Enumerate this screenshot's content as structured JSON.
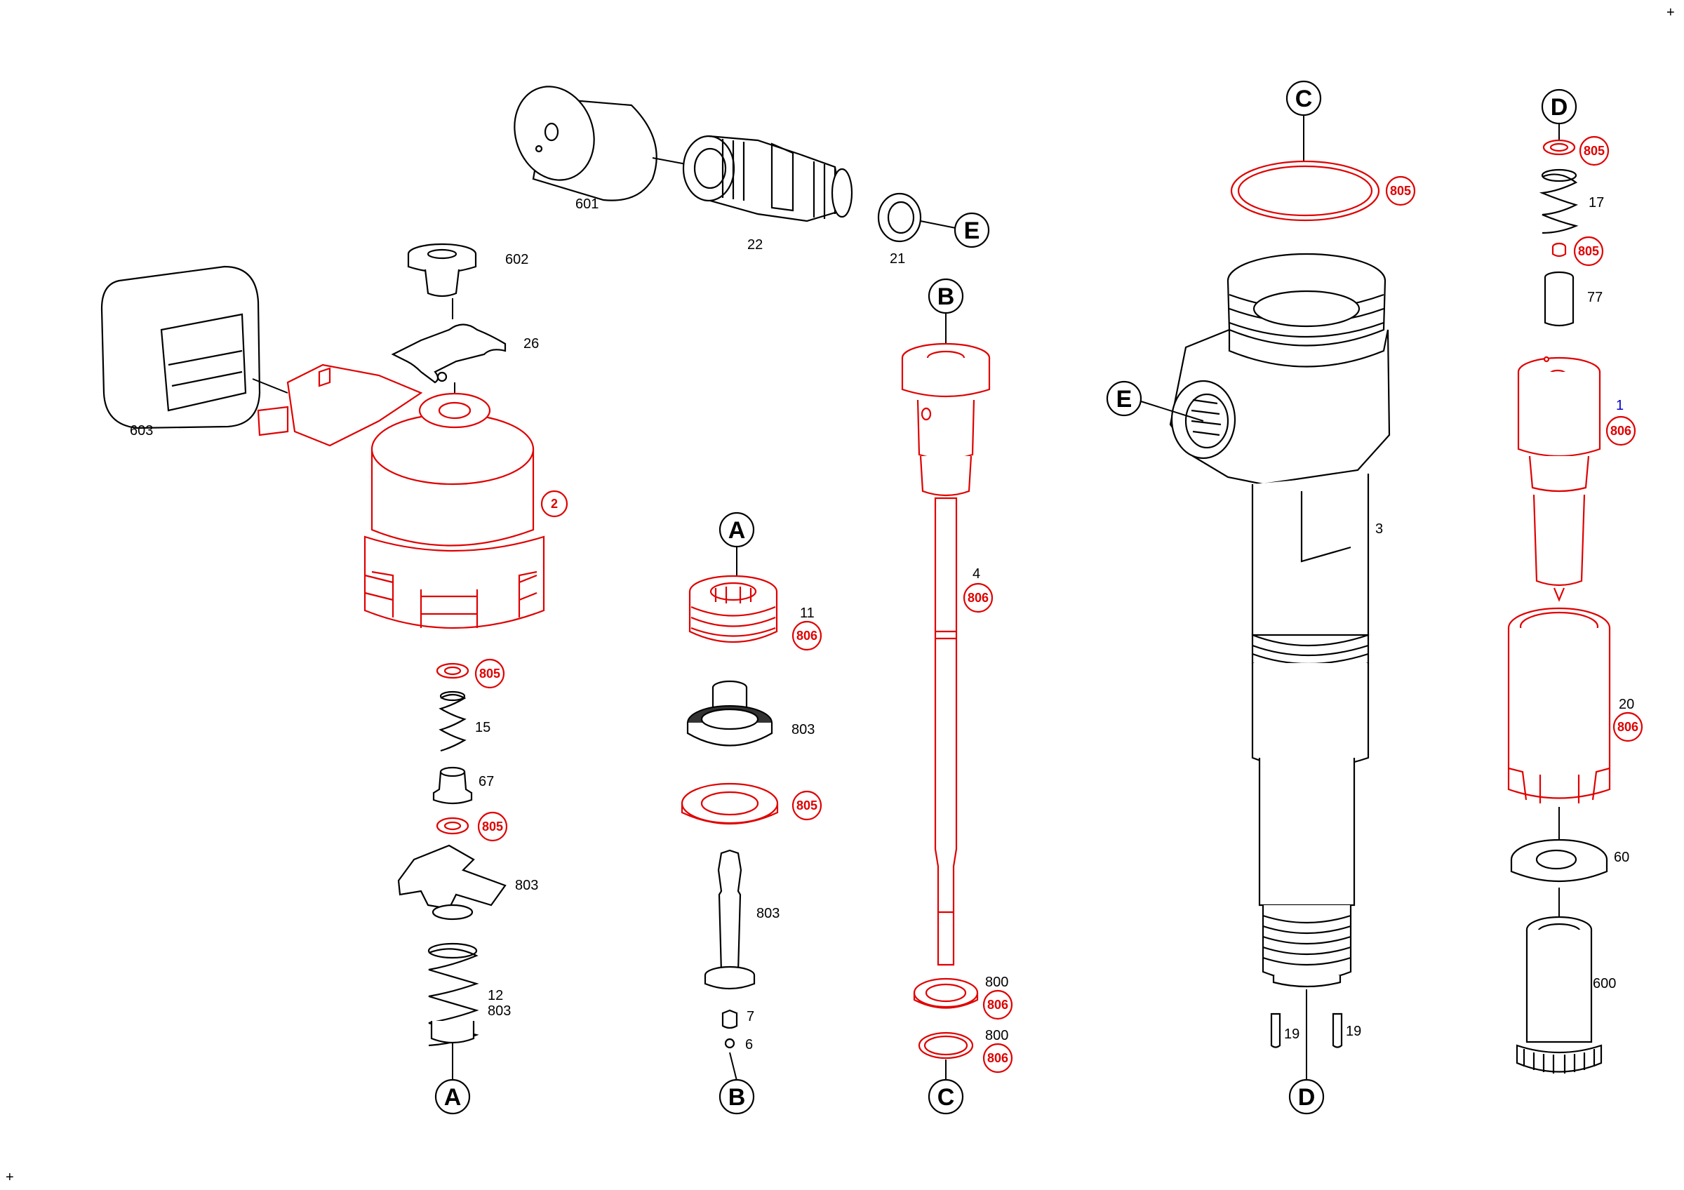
{
  "callouts": {
    "a_top": "A",
    "a_bottom": "A",
    "b_top": "B",
    "b_bottom": "B",
    "c_top": "C",
    "c_bottom": "C",
    "d_top": "D",
    "d_bottom": "D",
    "e_fitting": "E",
    "e_body": "E"
  },
  "labels": {
    "p601": "601",
    "p22": "22",
    "p21": "21",
    "p602": "602",
    "p26": "26",
    "p603": "603",
    "p2": "2",
    "p805_a": "805",
    "p15": "15",
    "p67": "67",
    "p805_b": "805",
    "p803_a": "803",
    "p12": "12",
    "p803_b": "803",
    "p11": "11",
    "p806_a": "806",
    "p803_c": "803",
    "p805_c": "805",
    "p803_d": "803",
    "p7": "7",
    "p6": "6",
    "p4": "4",
    "p806_b": "806",
    "p800_a": "800",
    "p806_c": "806",
    "p800_b": "800",
    "p806_d": "806",
    "p805_d": "805",
    "p3": "3",
    "p19_a": "19",
    "p19_b": "19",
    "p805_e": "805",
    "p17": "17",
    "p805_f": "805",
    "p77": "77",
    "p1": "1",
    "p806_e": "806",
    "p20": "20",
    "p806_f": "806",
    "p60": "60",
    "p600": "600"
  },
  "colors": {
    "replacement_parts": "#e00000",
    "outline": "#000000",
    "highlight_label": "#0000cc"
  }
}
